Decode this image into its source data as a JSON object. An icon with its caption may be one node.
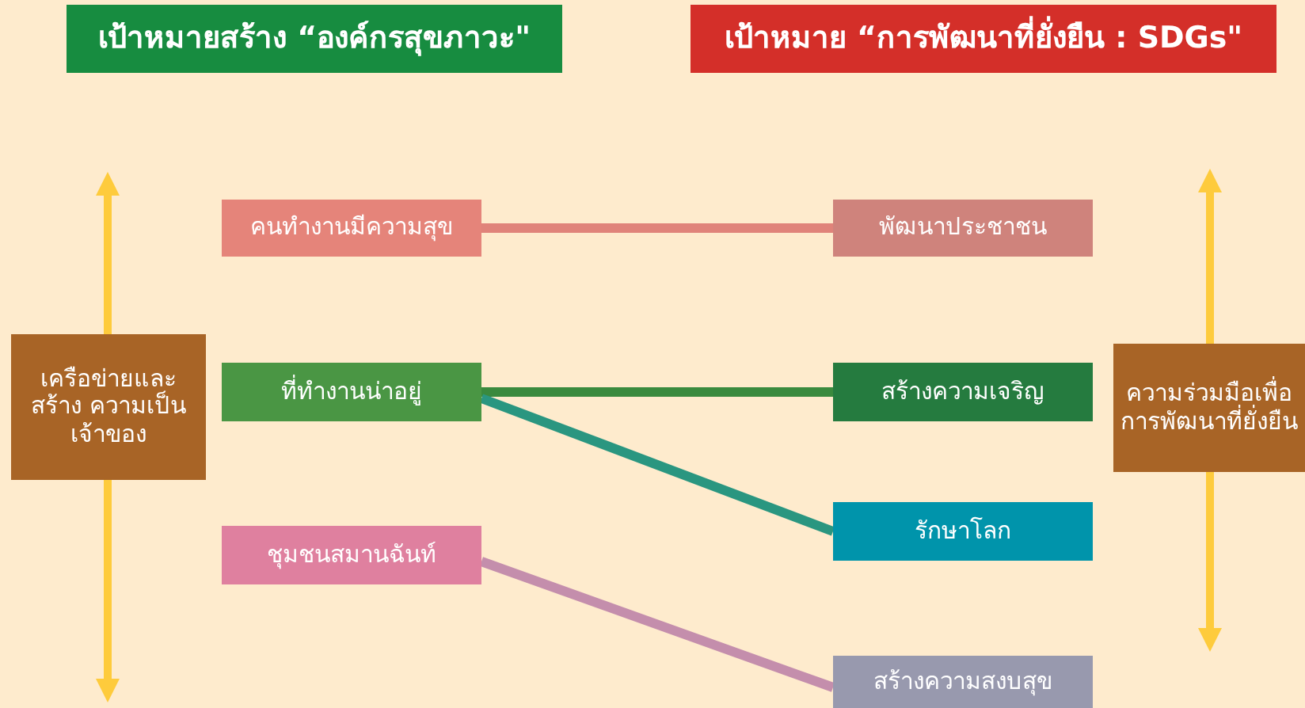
{
  "diagram": {
    "nodes": [
      {
        "text": [
          "เป้าหมายสร้าง “องค์กรสุขภาวะ\""
        ]
      },
      {
        "text": [
          "เป้าหมาย “การพัฒนาที่ยั่งยืน : SDGs\""
        ]
      },
      {
        "text": [
          "เครือข่ายและสร้าง ความเป็นเจ้าของ"
        ]
      },
      {
        "text": [
          "คนทำงานมีความสุข"
        ]
      },
      {
        "text": [
          "ที่ทำงานน่าอยู่"
        ]
      },
      {
        "text": [
          "ชุมชนสมานฉันท์"
        ]
      },
      {
        "text": [
          "พัฒนาประชาชน"
        ]
      },
      {
        "text": [
          "สร้างความเจริญ"
        ]
      },
      {
        "text": [
          "รักษาโลก"
        ]
      },
      {
        "text": [
          "สร้างความสงบสุข"
        ]
      },
      {
        "text": [
          "ความร่วมมือเพื่อการพัฒนาที่ยั่งยืน"
        ]
      }
    ],
    "edges": [
      {
        "from": 3,
        "to": 6,
        "arrow": "none",
        "color": "#e0837a"
      },
      {
        "from": 4,
        "to": 7,
        "arrow": "none",
        "color": "#3a8a3e"
      },
      {
        "from": 4,
        "to": 8,
        "arrow": "none",
        "color": "#2a9680"
      },
      {
        "from": 5,
        "to": 9,
        "arrow": "none",
        "color": "#c48eac"
      }
    ]
  }
}
